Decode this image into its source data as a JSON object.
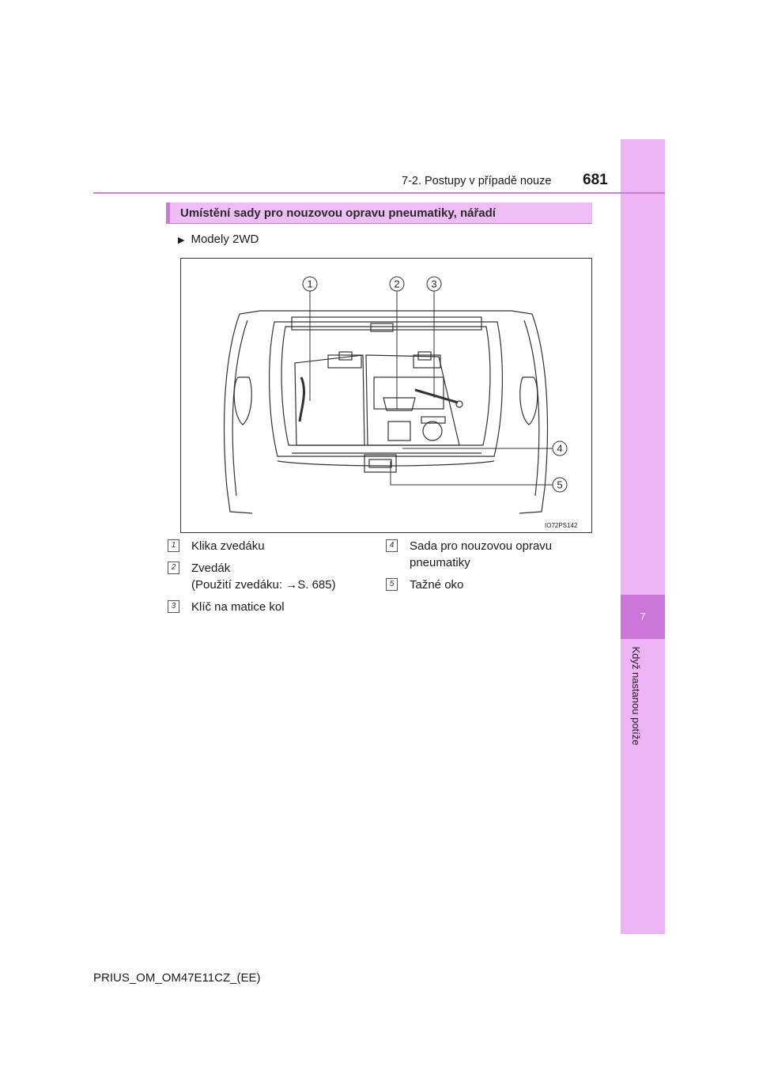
{
  "header": {
    "page_number": "681",
    "section": "7-2. Postupy v případě nouze"
  },
  "side_tab": {
    "chapter_number": "7",
    "chapter_title": "Když nastanou potíže"
  },
  "banner": {
    "title": "Umístění sady pro nouzovou opravu pneumatiky, nářadí"
  },
  "model_label": "Modely 2WD",
  "figure": {
    "code": "IO72PS142",
    "callouts": [
      "1",
      "2",
      "3",
      "4",
      "5"
    ]
  },
  "legend": [
    {
      "num": "1",
      "line1": "Klika zvedáku",
      "line2": ""
    },
    {
      "num": "2",
      "line1": "Zvedák",
      "line2": "(Použití zvedáku: →S. 685)"
    },
    {
      "num": "3",
      "line1": "Klíč na matice kol",
      "line2": ""
    },
    {
      "num": "4",
      "line1": "Sada pro nouzovou opravu",
      "line2": "pneumatiky"
    },
    {
      "num": "5",
      "line1": "Tažné oko",
      "line2": ""
    }
  ],
  "footer": "PRIUS_OM_OM47E11CZ_(EE)",
  "colors": {
    "tab": "#eeb3f5",
    "tab_active": "#cb76d8",
    "banner": "#efbdf6",
    "accent": "#c87fd4"
  }
}
